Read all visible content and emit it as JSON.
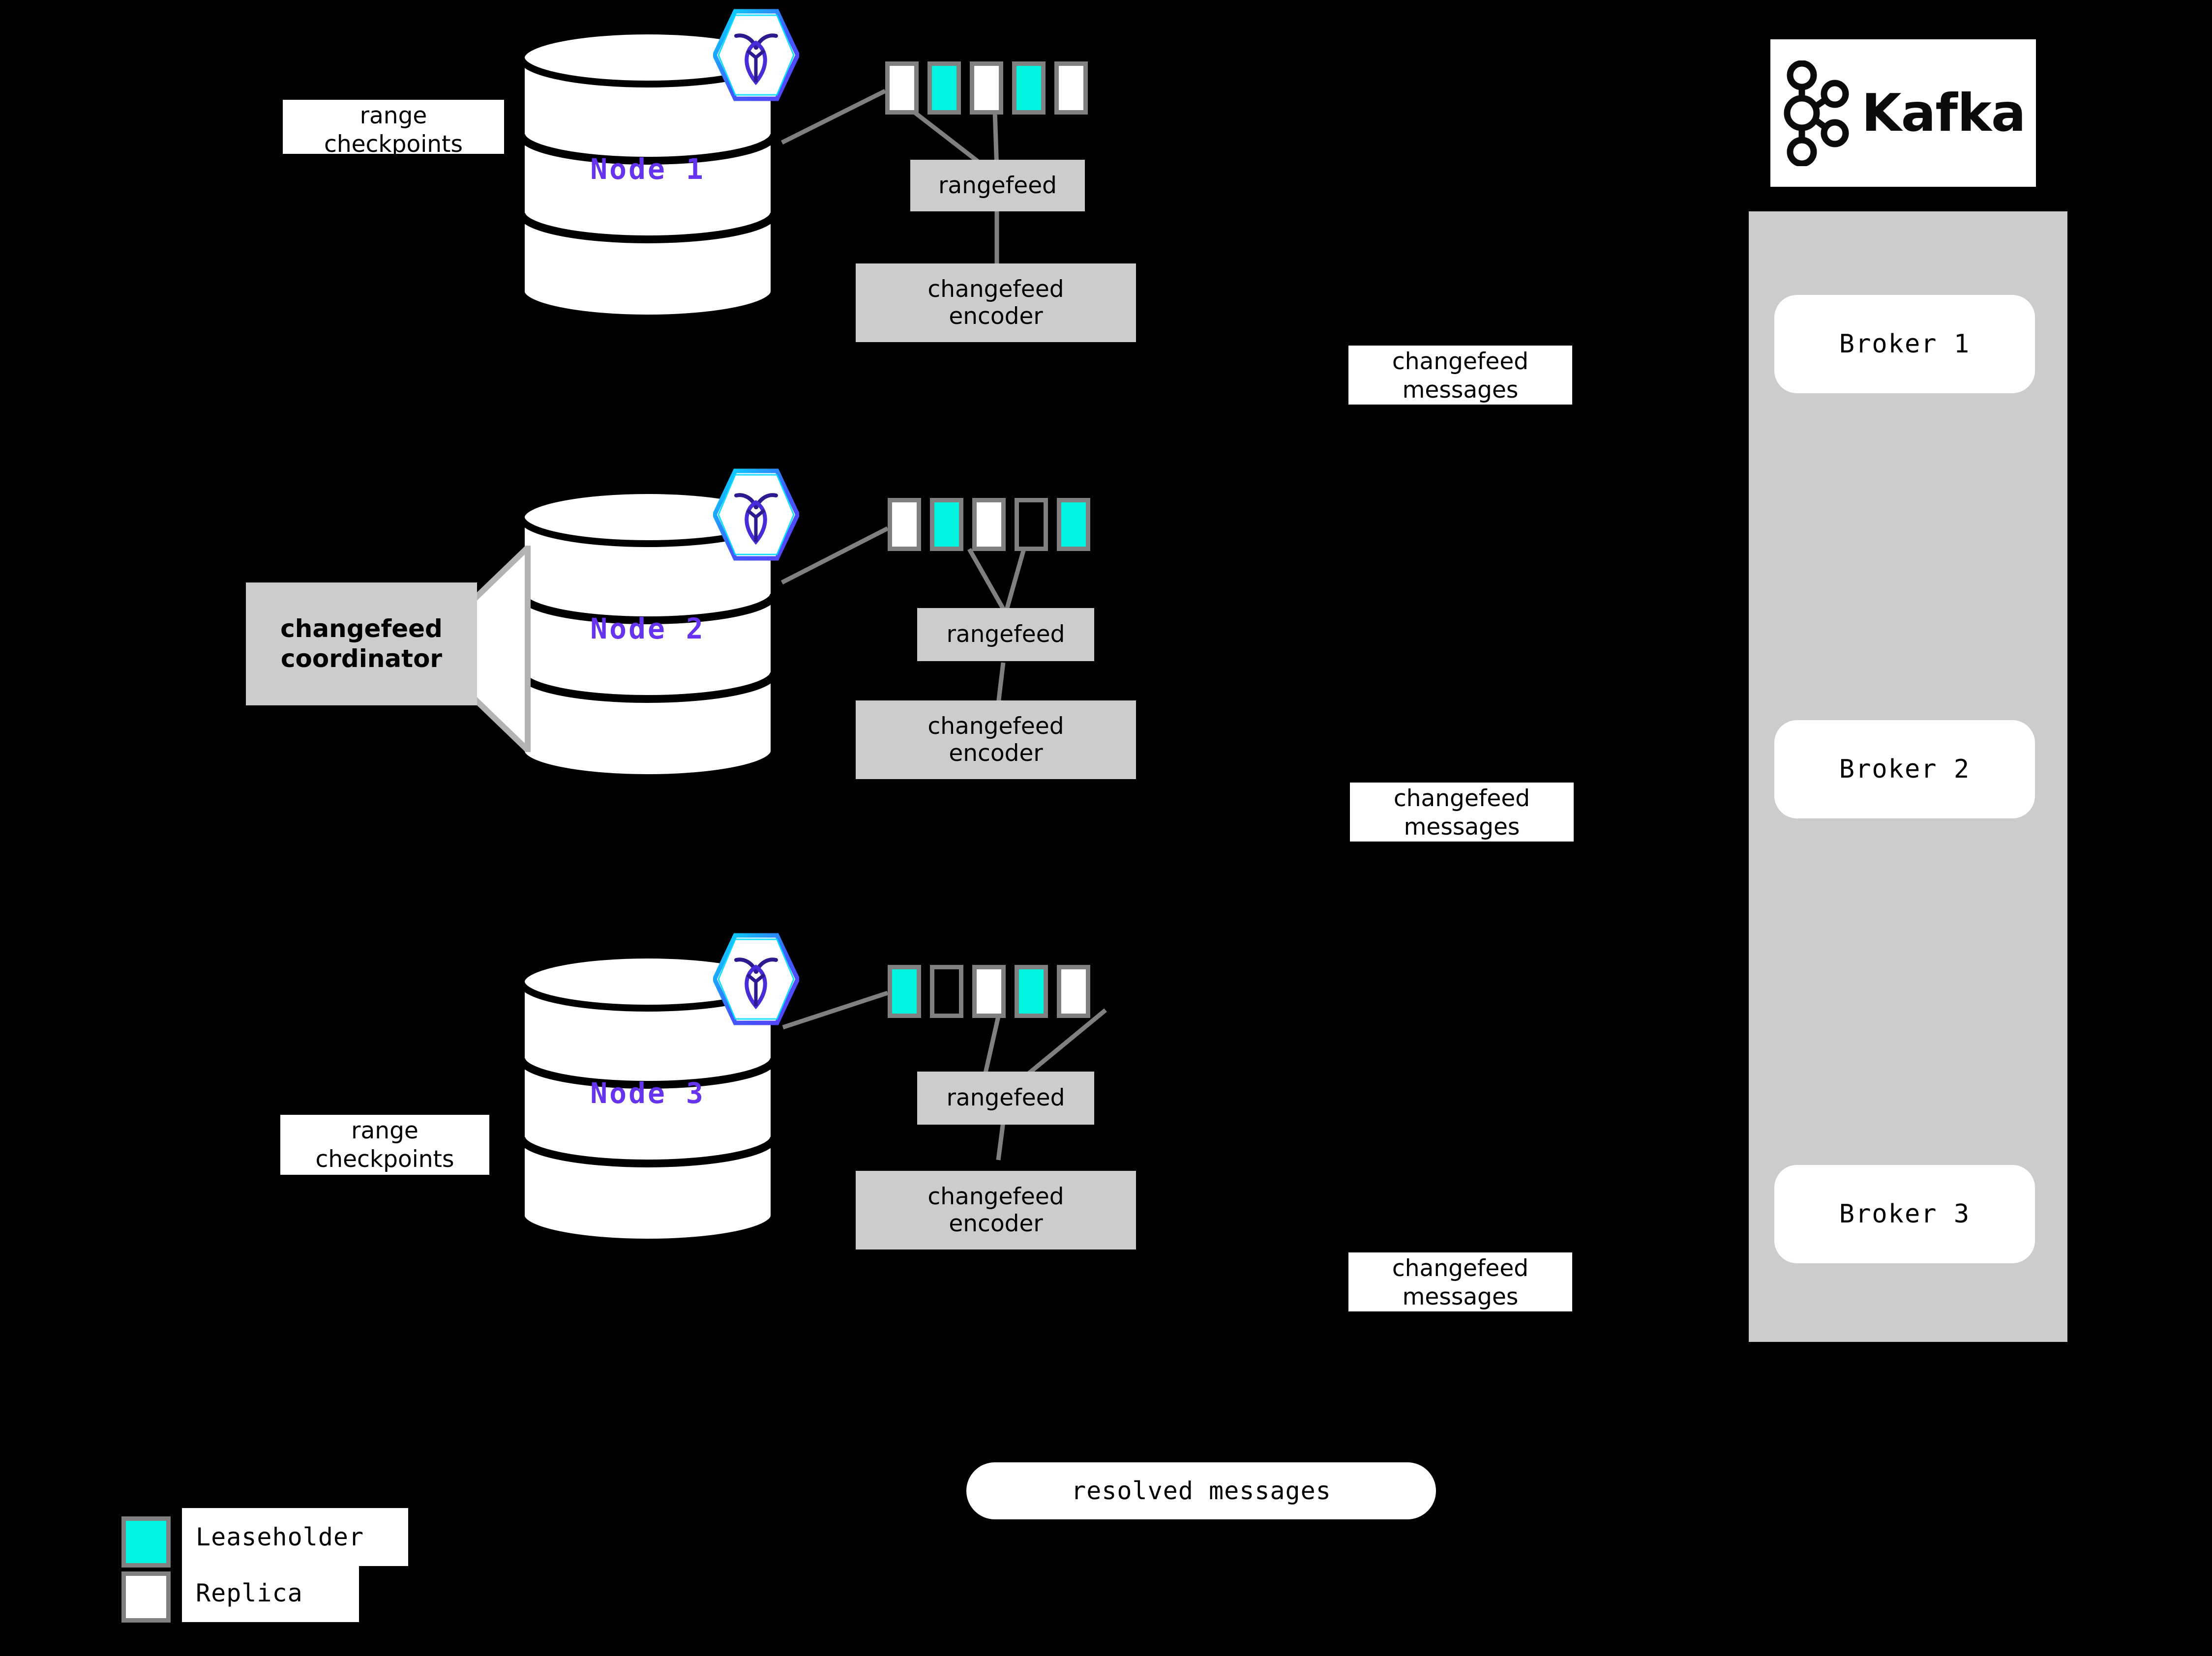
{
  "diagram": {
    "title": "CockroachDB changefeed to Kafka architecture",
    "background": "#000000",
    "colors": {
      "leaseholder": "#00f5e0",
      "replica": "#ffffff",
      "range_border": "#808080",
      "process_box": "#cccccc",
      "node_label": "#6633ee",
      "connector": "#808080"
    }
  },
  "nodes": [
    {
      "name": "Node 1",
      "checkpoint_label": "range\ncheckpoints",
      "checkpoint_line1": "range",
      "checkpoint_line2": "checkpoints",
      "ranges": [
        "replica",
        "leaseholder",
        "replica",
        "leaseholder",
        "replica"
      ],
      "rangefeed_label": "rangefeed",
      "encoder_label_line1": "changefeed",
      "encoder_label_line2": "encoder",
      "messages_label_line1": "changefeed",
      "messages_label_line2": "messages"
    },
    {
      "name": "Node 2",
      "coordinator_line1": "changefeed",
      "coordinator_line2": "coordinator",
      "ranges": [
        "replica",
        "leaseholder",
        "replica",
        "empty",
        "leaseholder"
      ],
      "rangefeed_label": "rangefeed",
      "encoder_label_line1": "changefeed",
      "encoder_label_line2": "encoder",
      "messages_label_line1": "changefeed",
      "messages_label_line2": "messages"
    },
    {
      "name": "Node 3",
      "checkpoint_label": "range\ncheckpoints",
      "checkpoint_line1": "range",
      "checkpoint_line2": "checkpoints",
      "ranges": [
        "leaseholder",
        "empty",
        "replica",
        "leaseholder",
        "replica"
      ],
      "rangefeed_label": "rangefeed",
      "encoder_label_line1": "changefeed",
      "encoder_label_line2": "encoder",
      "messages_label_line1": "changefeed",
      "messages_label_line2": "messages"
    }
  ],
  "kafka": {
    "wordmark": "Kafka",
    "brokers": [
      {
        "label": "Broker 1"
      },
      {
        "label": "Broker 2"
      },
      {
        "label": "Broker 3"
      }
    ]
  },
  "resolved": {
    "label": "resolved messages"
  },
  "legend": {
    "items": [
      {
        "swatch": "leaseholder",
        "label": "Leaseholder"
      },
      {
        "swatch": "replica",
        "label": "Replica"
      }
    ]
  }
}
